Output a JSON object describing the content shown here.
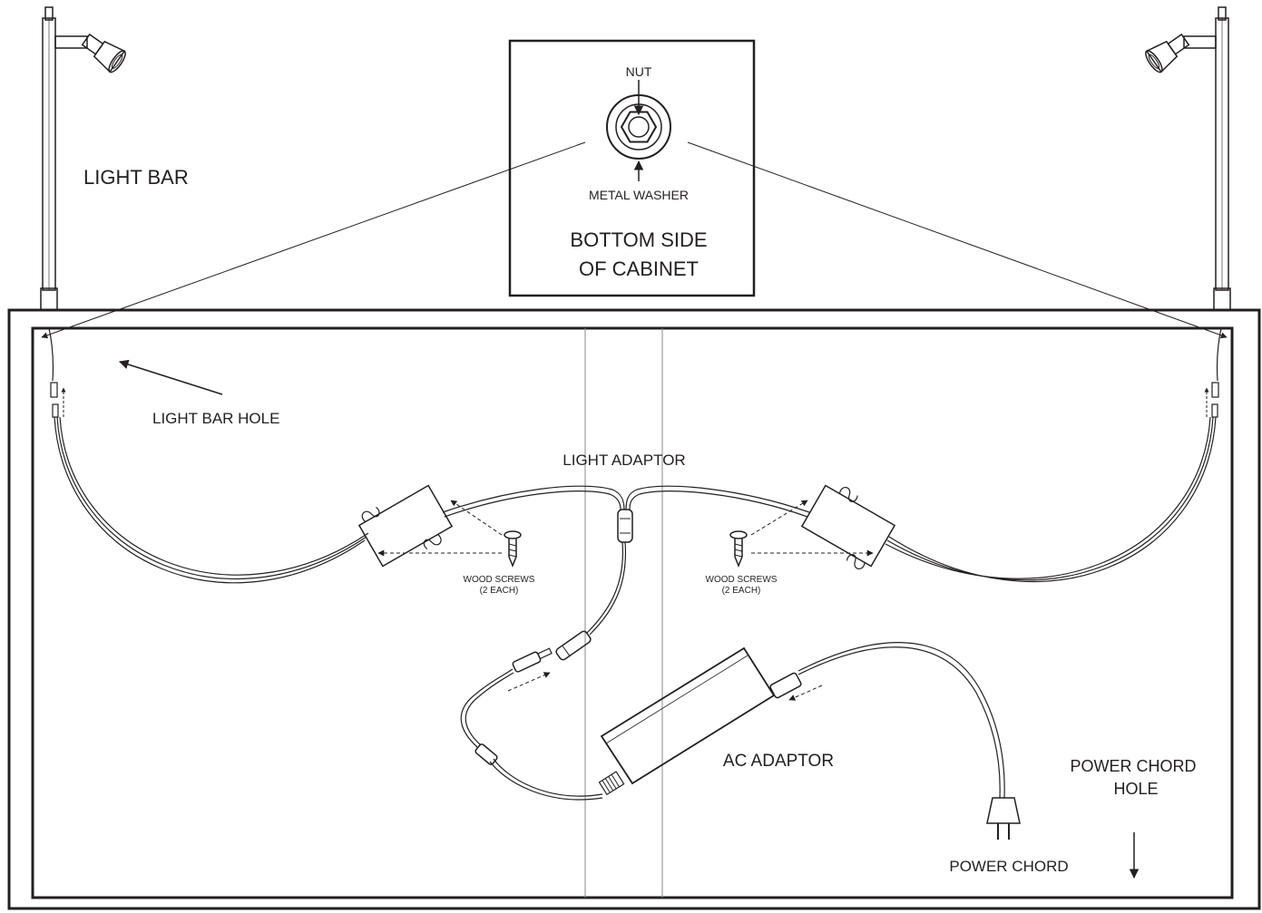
{
  "labels": {
    "light_bar": "LIGHT BAR",
    "nut": "NUT",
    "metal_washer": "METAL WASHER",
    "bottom_side_line1": "BOTTOM SIDE",
    "bottom_side_line2": "OF CABINET",
    "light_bar_hole": "LIGHT BAR HOLE",
    "light_adaptor": "LIGHT ADAPTOR",
    "wood_screws_left": "WOOD SCREWS",
    "wood_screws_left_qty": "(2 EACH)",
    "wood_screws_right": "WOOD SCREWS",
    "wood_screws_right_qty": "(2 EACH)",
    "ac_adaptor": "AC ADAPTOR",
    "power_chord_hole_line1": "POWER CHORD",
    "power_chord_hole_line2": "HOLE",
    "power_chord": "POWER CHORD"
  },
  "colors": {
    "ink": "#231f20",
    "background": "#ffffff"
  }
}
